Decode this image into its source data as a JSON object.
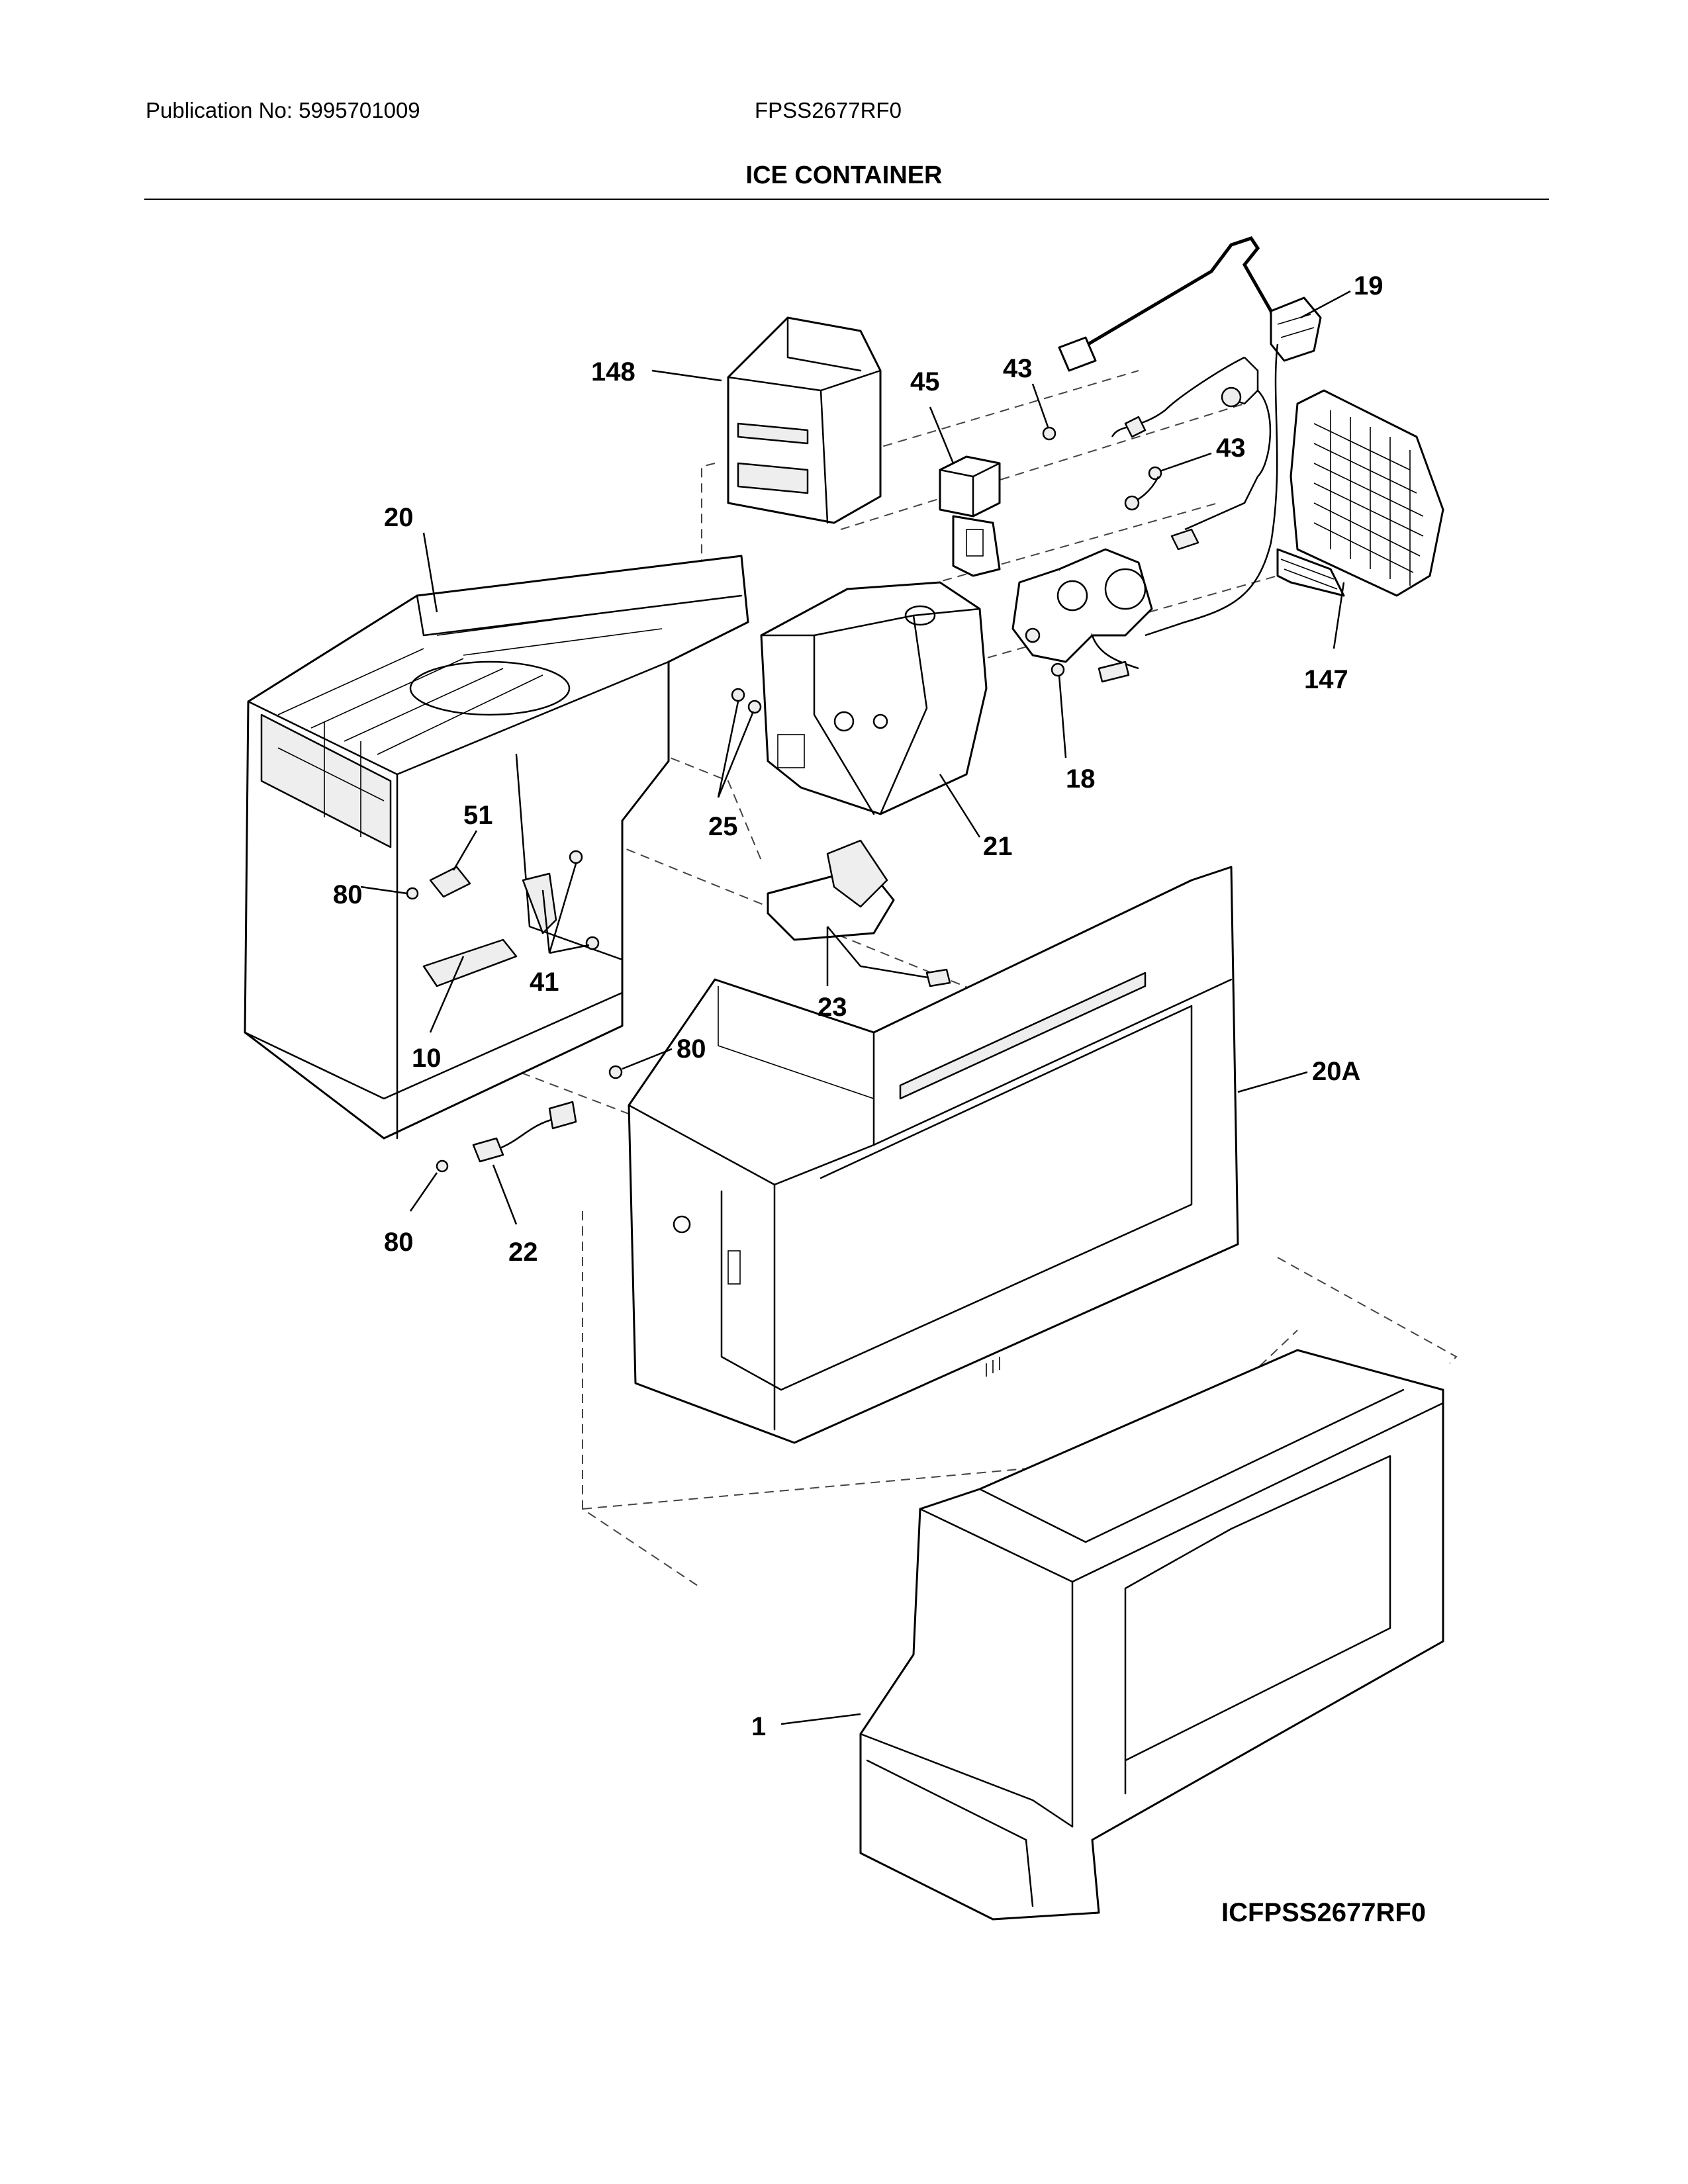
{
  "header": {
    "publication": "Publication No: 5995701009",
    "model": "FPSS2677RF0",
    "title": "ICE CONTAINER"
  },
  "diagram_code": "ICFPSS2677RF0",
  "callouts": [
    "19",
    "148",
    "45",
    "43",
    "43",
    "147",
    "20",
    "18",
    "25",
    "21",
    "51",
    "80",
    "41",
    "23",
    "10",
    "80",
    "20A",
    "80",
    "22",
    "1"
  ]
}
